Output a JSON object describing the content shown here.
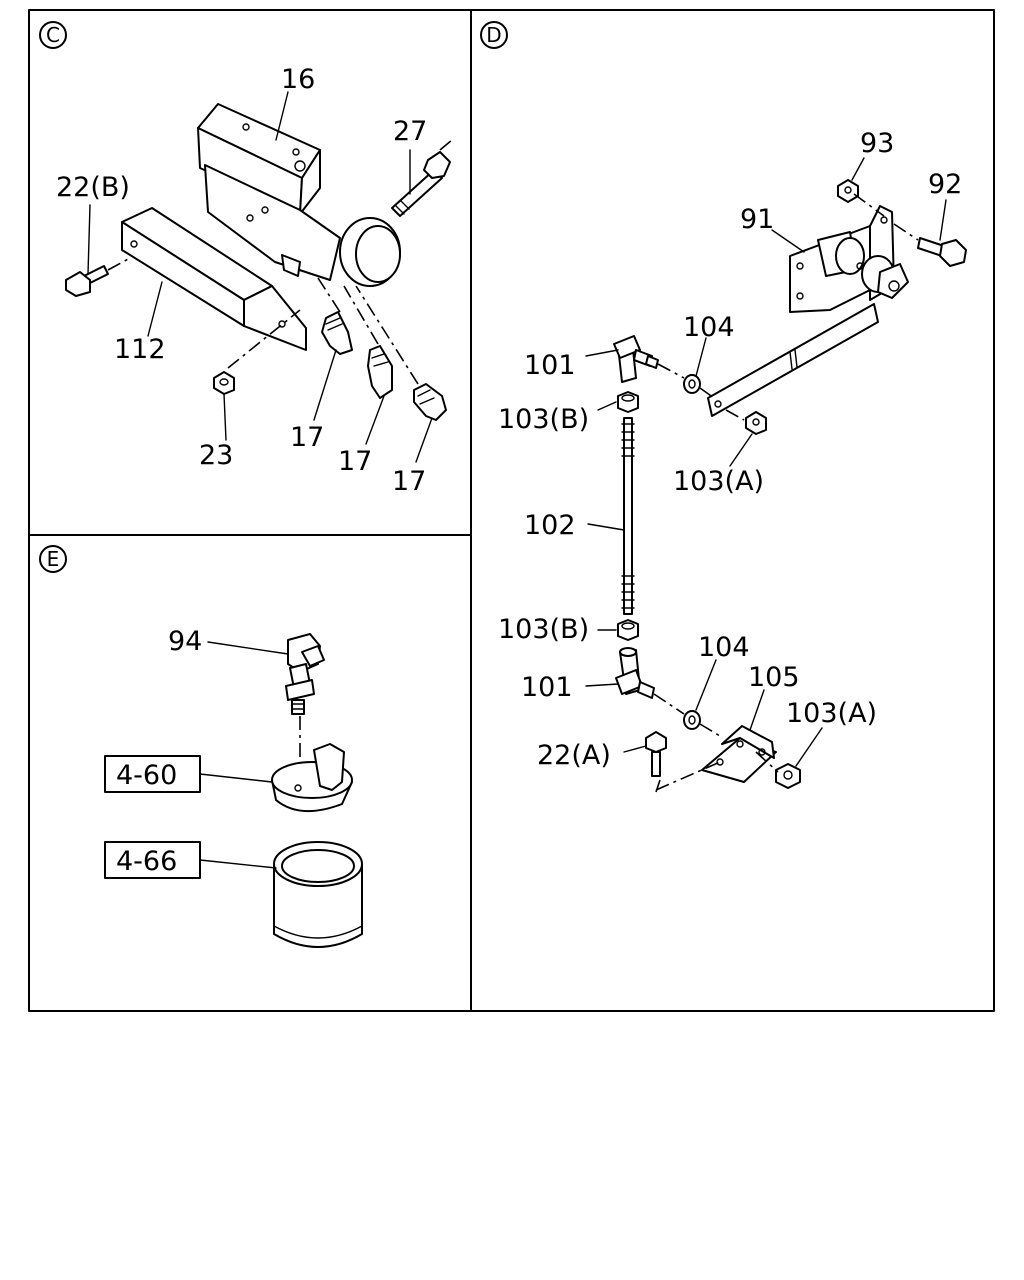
{
  "sections": {
    "c": {
      "marker": "C"
    },
    "d": {
      "marker": "D"
    },
    "e": {
      "marker": "E"
    }
  },
  "labels": {
    "c": {
      "sensor": "16",
      "bolt_27": "27",
      "bolt_22b": "22(B)",
      "bracket": "112",
      "nut": "23",
      "fitting_1": "17",
      "fitting_2": "17",
      "fitting_3": "17"
    },
    "d": {
      "valve": "91",
      "nut_93": "93",
      "bolt_92": "92",
      "joint_top": "101",
      "washer_top": "104",
      "nut_b_top": "103(B)",
      "nut_a_top": "103(A)",
      "rod": "102",
      "nut_b_bottom": "103(B)",
      "joint_bottom": "101",
      "washer_bottom": "104",
      "bracket": "105",
      "nut_a_bottom": "103(A)",
      "bolt_22a": "22(A)"
    },
    "e": {
      "switch": "94",
      "ref_cap": "4-60",
      "ref_body": "4-66"
    }
  }
}
